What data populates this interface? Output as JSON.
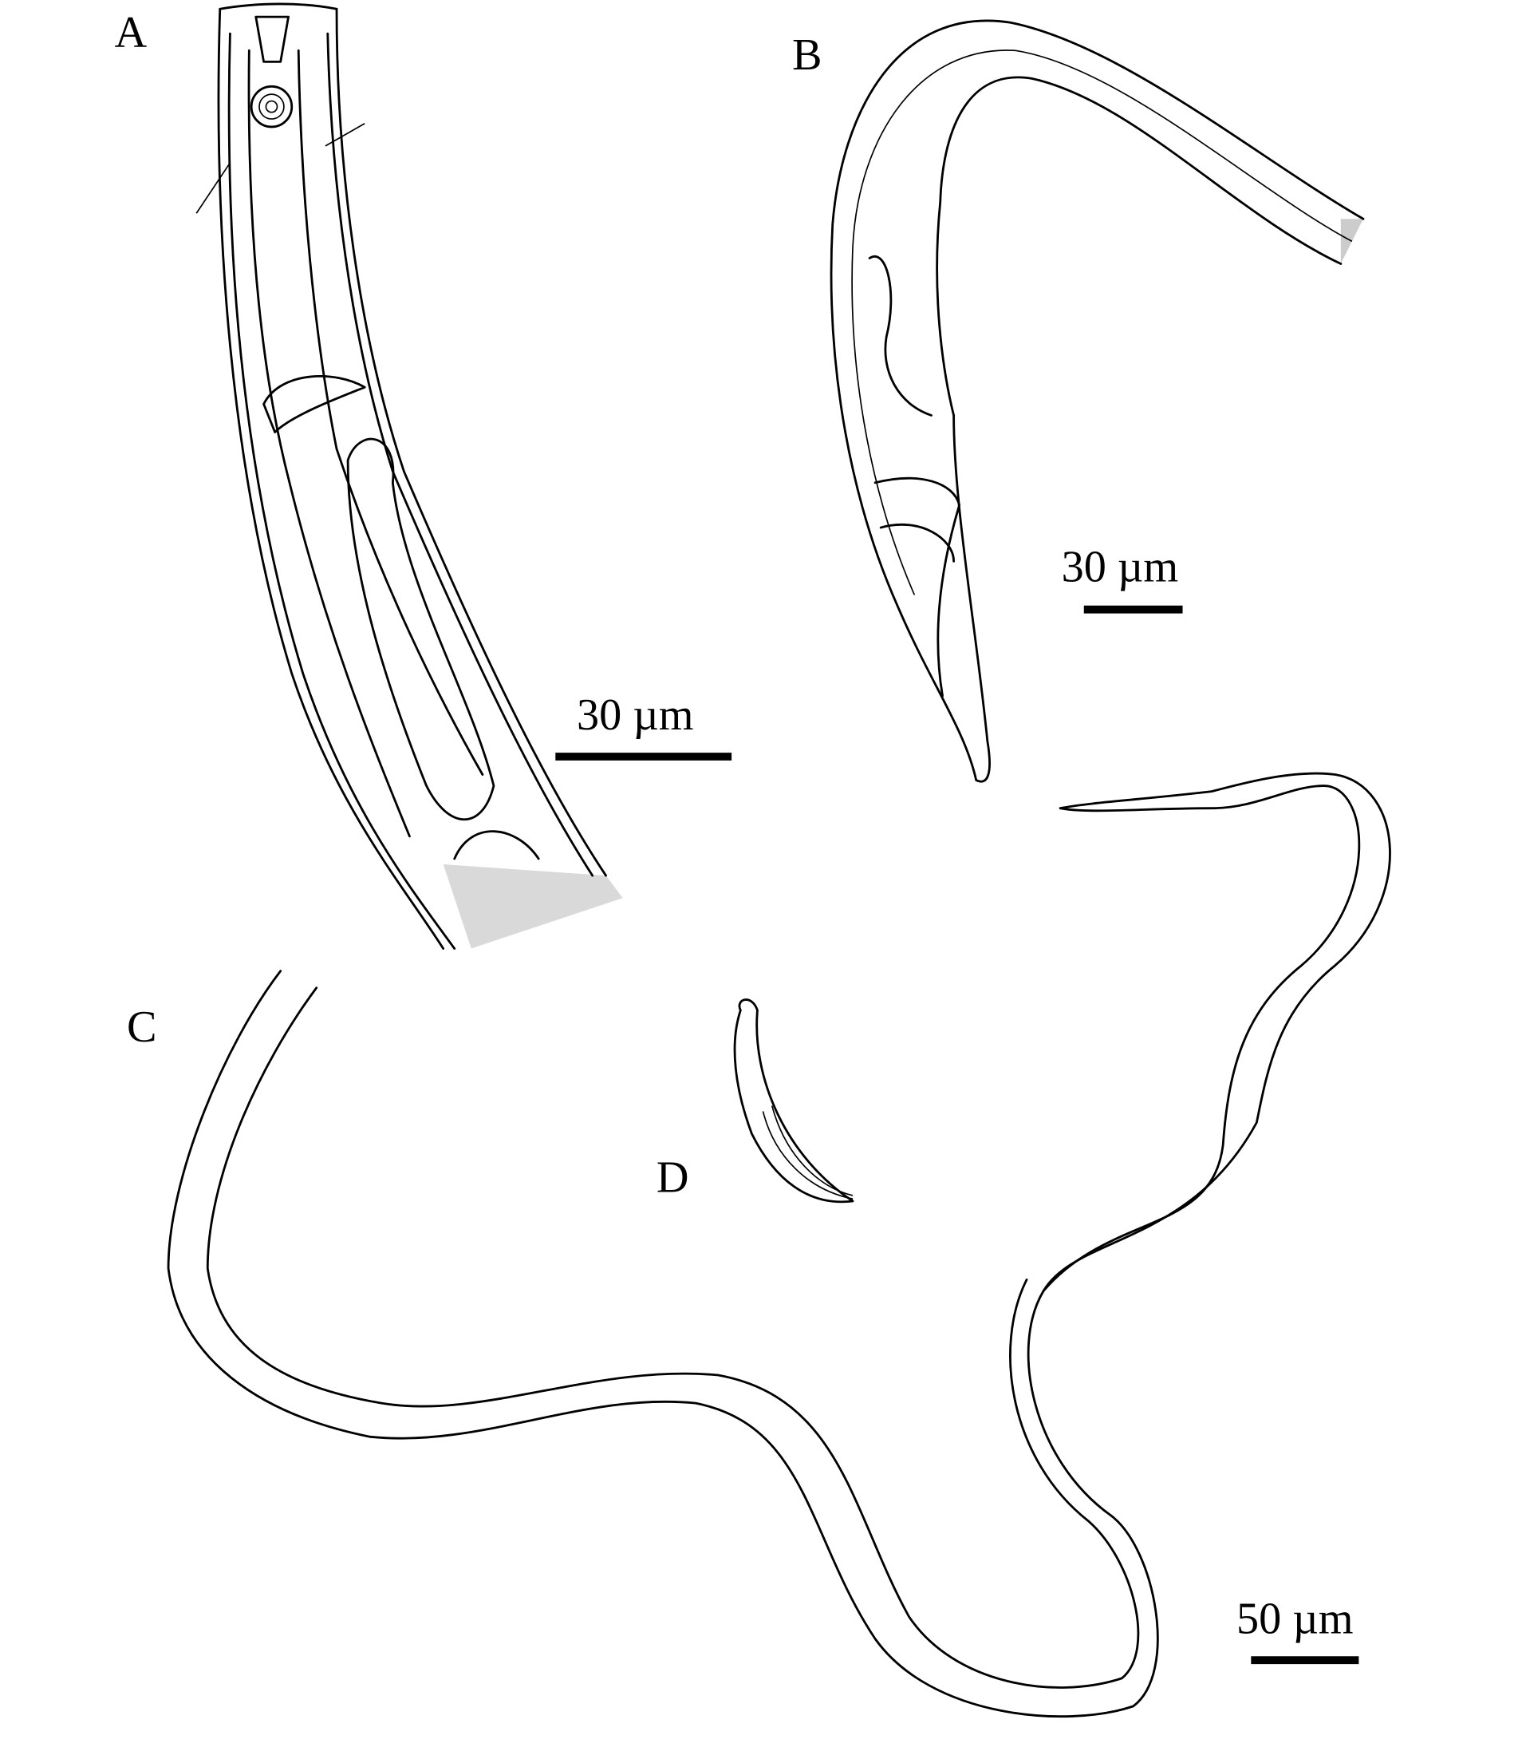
{
  "figure": {
    "panels": [
      {
        "id": "A",
        "label": "A",
        "scale_bar": "30 µm"
      },
      {
        "id": "B",
        "label": "B",
        "scale_bar": "30 µm"
      },
      {
        "id": "C",
        "label": "C",
        "scale_bar": "50 µm"
      },
      {
        "id": "D",
        "label": "D"
      }
    ]
  }
}
